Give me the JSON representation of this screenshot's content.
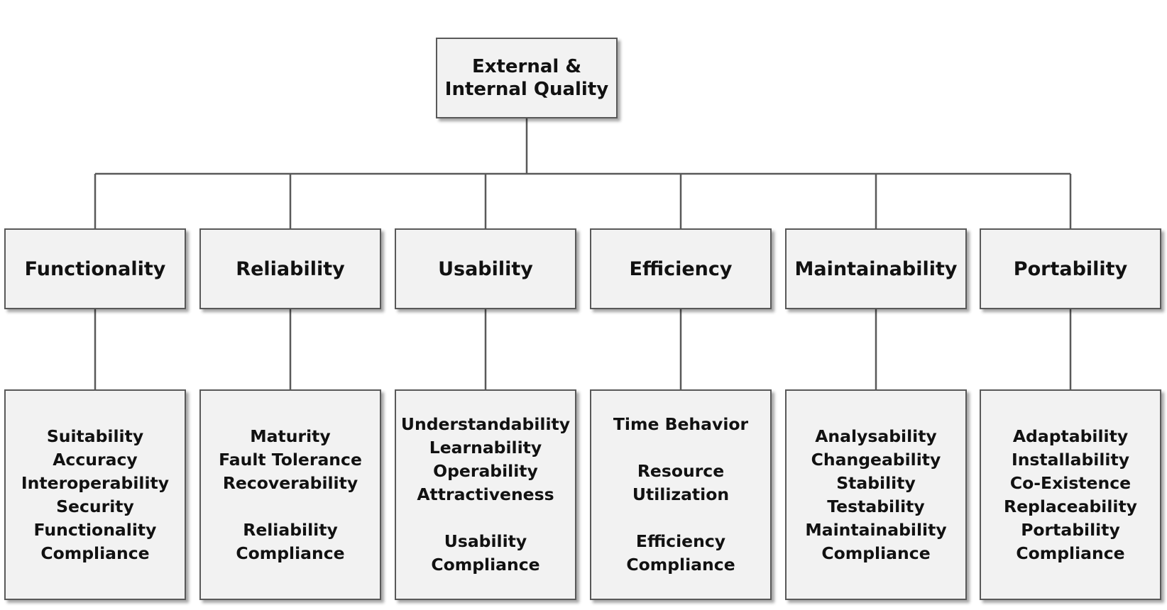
{
  "root": {
    "lines": [
      "External &",
      "Internal Quality"
    ]
  },
  "categories": [
    {
      "id": "functionality",
      "label": "Functionality",
      "items": [
        "Suitability",
        "Accuracy",
        "Interoperability",
        "Security",
        "Functionality",
        "Compliance"
      ]
    },
    {
      "id": "reliability",
      "label": "Reliability",
      "items": [
        "Maturity",
        "Fault Tolerance",
        "Recoverability",
        "",
        "Reliability",
        "Compliance"
      ]
    },
    {
      "id": "usability",
      "label": "Usability",
      "items": [
        "Understandability",
        "Learnability",
        "Operability",
        "Attractiveness",
        "",
        "Usability",
        "Compliance"
      ]
    },
    {
      "id": "efficiency",
      "label": "Efficiency",
      "items": [
        "Time Behavior",
        "",
        "Resource",
        "Utilization",
        "",
        "Efficiency",
        "Compliance"
      ]
    },
    {
      "id": "maintainability",
      "label": "Maintainability",
      "items": [
        "Analysability",
        "Changeability",
        "Stability",
        "Testability",
        "Maintainability",
        "Compliance"
      ]
    },
    {
      "id": "portability",
      "label": "Portability",
      "items": [
        "Adaptability",
        "Installability",
        "Co-Existence",
        "Replaceability",
        "Portability",
        "Compliance"
      ]
    }
  ],
  "colors": {
    "box_fill": "#f2f2f2",
    "box_border": "#595959",
    "connector": "#595959",
    "text": "#111111"
  }
}
